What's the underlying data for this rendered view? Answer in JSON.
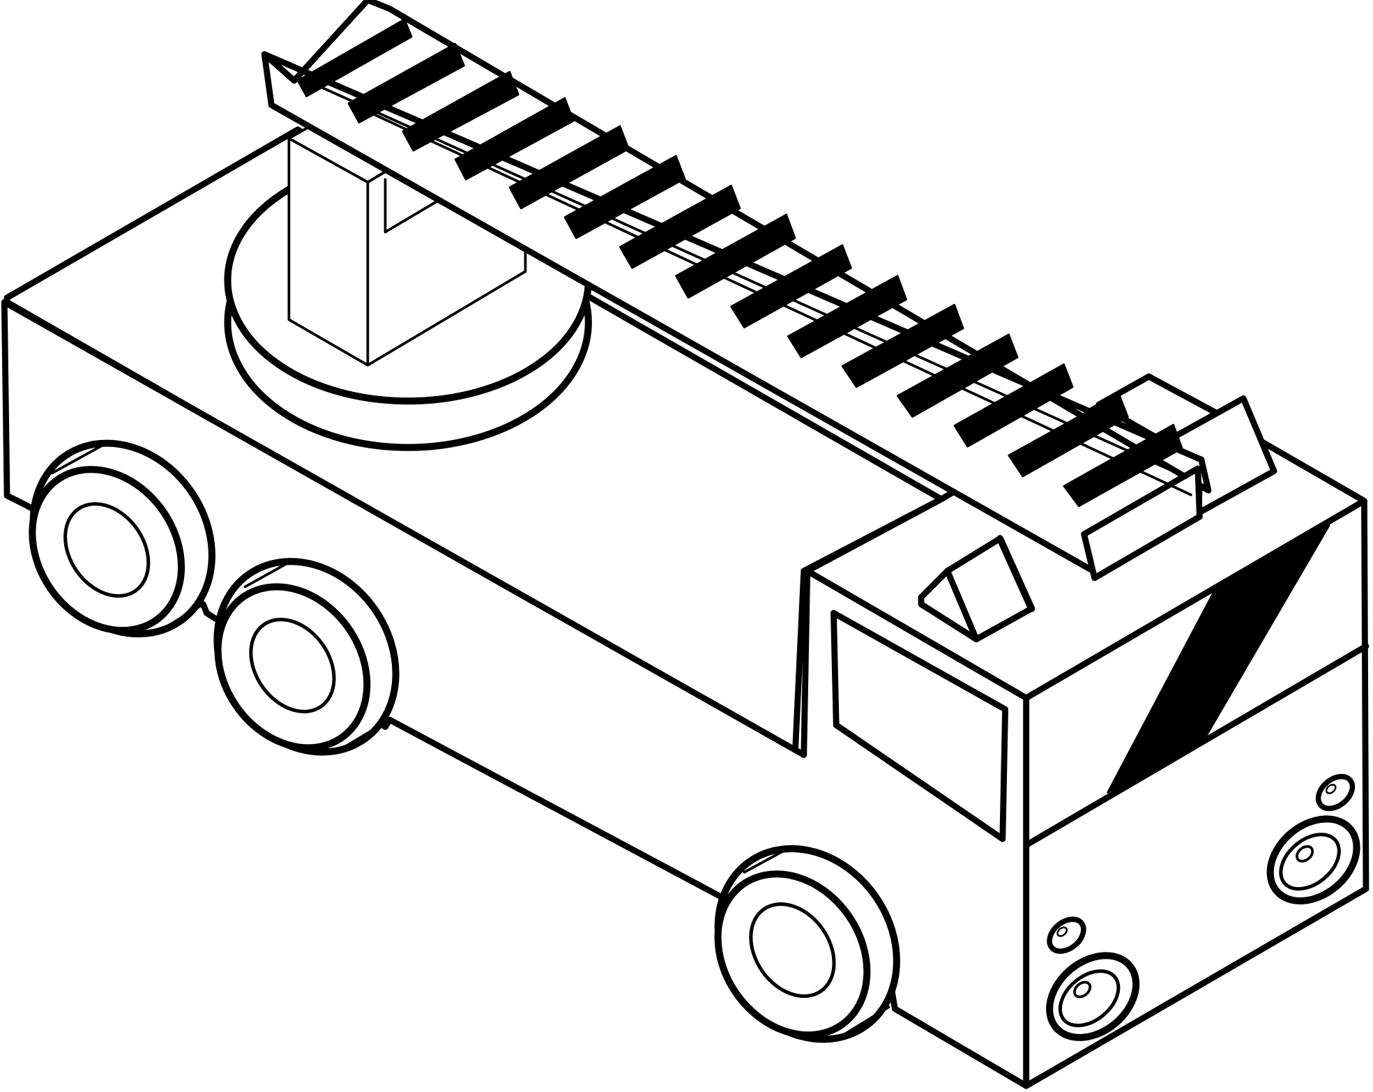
{
  "image": {
    "subject": "Fire truck",
    "style": "Black and white isometric line drawing",
    "colors": {
      "line": "#000000",
      "background": "#ffffff"
    }
  },
  "parts": {
    "ladder": "ladder",
    "turntable": "turntable",
    "body": "truck-body",
    "cab": "cab",
    "windshield": "windshield",
    "side_window": "side-window",
    "wheels": [
      "rear-wheel-1",
      "rear-wheel-2",
      "front-wheel"
    ],
    "headlights": [
      "headlight-left",
      "headlight-right"
    ]
  }
}
